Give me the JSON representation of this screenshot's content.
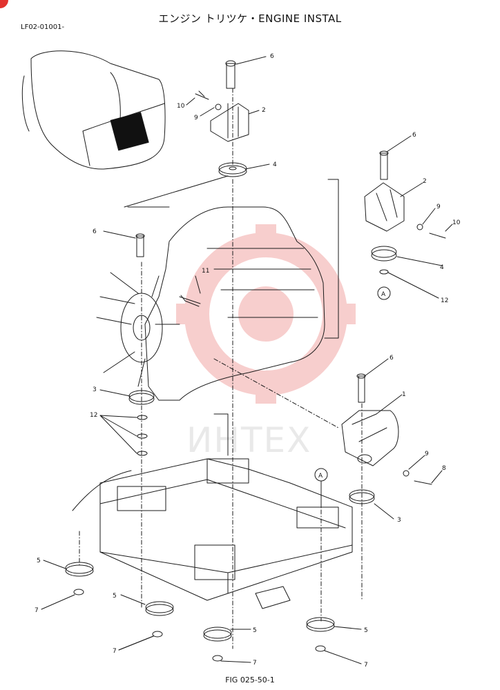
{
  "header": {
    "title": "エンジン トリツケ・ENGINE INSTAL",
    "code": "LF02-01001-"
  },
  "watermark": "ИНТЕХ",
  "callouts": {
    "c6a": "6",
    "c10a": "10",
    "c9a": "9",
    "c2a": "2",
    "c4a": "4",
    "c6b": "6",
    "c2b": "2",
    "c9b": "9",
    "c10b": "10",
    "c4b": "4",
    "cAref": "A",
    "c12a": "12",
    "c6c": "6",
    "c11": "11",
    "c3a": "3",
    "c12b": "12",
    "c6d": "6",
    "c1": "1",
    "c9c": "9",
    "c8": "8",
    "cAmain": "A",
    "c3b": "3",
    "c5a": "5",
    "c7a": "7",
    "c5b": "5",
    "c7b": "7",
    "c5c": "5",
    "c7c": "7",
    "c5d": "5",
    "c7d": "7"
  },
  "footer": {
    "figure": "FIG 025-50-1"
  },
  "colors": {
    "line": "#1a1a1a",
    "watermark_red": "#f2a7a6",
    "corner_mark": "#e2332f"
  }
}
